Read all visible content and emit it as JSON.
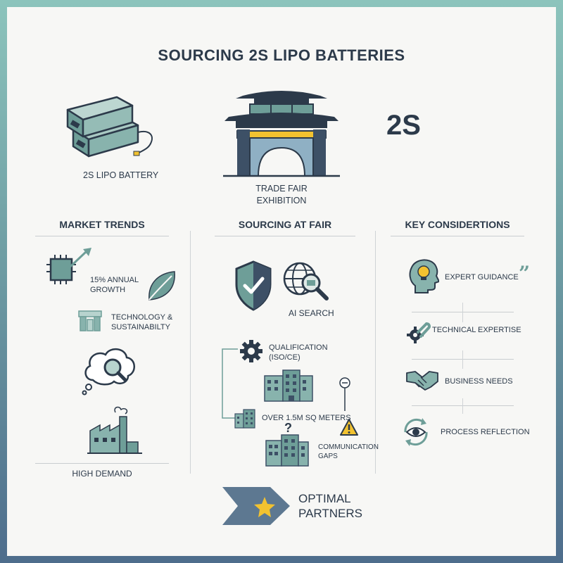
{
  "title": "SOURCING 2S LIPO BATTERIES",
  "top": {
    "battery_label": "2S LIPO BATTERY",
    "fair_label_line1": "TRADE FAIR",
    "fair_label_line2": "EXHIBITION",
    "big_text": "2S"
  },
  "columns": {
    "market": {
      "title": "MARKET TRENDS",
      "growth_line1": "15% ANNUAL",
      "growth_line2": "GROWTH",
      "tech_line1": "TECHNOLOGY &",
      "tech_line2": "SUSTAINABILTY",
      "demand": "HIGH DEMAND"
    },
    "sourcing": {
      "title": "SOURCING AT FAIR",
      "ai_search": "AI SEARCH",
      "qual_line1": "QUALIFICATION",
      "qual_line2": "(ISO/CE)",
      "area": "OVER 1.5M SQ METERS",
      "comm_line1": "COMMUNICATION",
      "comm_line2": "GAPS"
    },
    "key": {
      "title": "KEY CONSIDERTIONS",
      "items": [
        "EXPERT GUIDANCE",
        "TECHNICAL EXPERTISE",
        "BUSINESS NEEDS",
        "PROCESS REFLECTION"
      ]
    }
  },
  "footer": {
    "line1": "OPTIMAL",
    "line2": "PARTNERS"
  },
  "icons": [
    "battery-icon",
    "trade-fair-gate-icon",
    "chip-icon",
    "growth-arrow-icon",
    "leaf-icon",
    "technology-icon",
    "thought-search-icon",
    "factory-icon",
    "shield-check-icon",
    "globe-search-icon",
    "gear-icon",
    "building-icon",
    "question-mark-icon",
    "warning-icon",
    "minus-circle-icon",
    "head-lightbulb-icon",
    "quote-icon",
    "wrench-gear-icon",
    "handshake-icon",
    "eye-cycle-icon",
    "arrow-star-icon"
  ],
  "colors": {
    "teal": "#6e9e98",
    "dark": "#2c3a4a",
    "yellow": "#f2c230",
    "slate": "#3d5066"
  }
}
